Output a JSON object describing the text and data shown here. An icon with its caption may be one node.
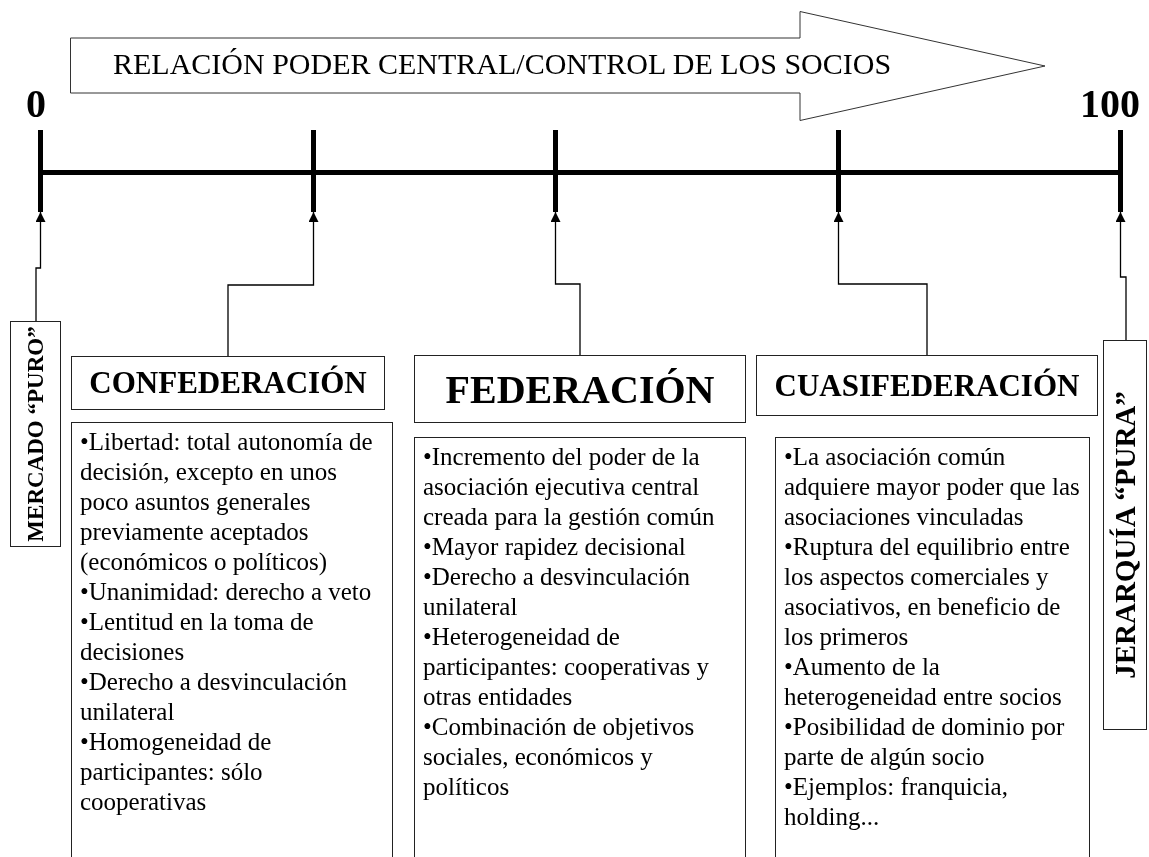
{
  "diagram": {
    "nodes": [
      {
        "text": [
          "RELACIÓN PODER CENTRAL/CONTROL DE LOS SOCIOS"
        ]
      },
      {
        "text": [],
        "shape": "bar"
      },
      {
        "text": [],
        "shape": "bar"
      },
      {
        "text": [],
        "shape": "bar"
      },
      {
        "text": [],
        "shape": "bar"
      },
      {
        "text": [],
        "shape": "bar"
      },
      {
        "text": [
          "MERCADO “PURO”"
        ]
      },
      {
        "text": [
          "CONFEDERACIÓN"
        ]
      },
      {
        "text": [
          "FEDERACIÓN"
        ]
      },
      {
        "text": [
          "CUASIFEDERACIÓN"
        ]
      },
      {
        "text": [
          "JERARQUÍA “PURA”"
        ]
      },
      {
        "text": [
          "•Libertad: total autonomía de decisión, excepto en unos poco asuntos generales previamente aceptados (económicos o políticos)",
          "•Unanimidad: derecho a veto",
          "•Lentitud en la toma de decisiones",
          "•Derecho a desvinculación unilateral",
          "•Homogeneidad de participantes: sólo cooperativas"
        ]
      },
      {
        "text": [
          "•Incremento del poder de la asociación ejecutiva central creada para la gestión común",
          "•Mayor rapidez decisional",
          "•Derecho a desvinculación unilateral",
          "•Heterogeneidad de participantes: cooperativas y otras entidades",
          "•Combinación de objetivos sociales, económicos y políticos"
        ]
      },
      {
        "text": [
          "•La asociación común adquiere mayor poder que las asociaciones vinculadas",
          "•Ruptura del equilibrio entre los aspectos comerciales y asociativos, en beneficio de los primeros",
          "•Aumento de la heterogeneidad entre socios",
          "•Posibilidad de dominio por parte de algún socio",
          "•Ejemplos: franquicia, holding..."
        ]
      }
    ],
    "edges": [
      {
        "from": 6,
        "to": 1,
        "arrow": "to"
      },
      {
        "from": 7,
        "to": 2,
        "arrow": "to"
      },
      {
        "from": 8,
        "to": 3,
        "arrow": "to"
      },
      {
        "from": 9,
        "to": 4,
        "arrow": "to"
      },
      {
        "from": 10,
        "to": 5,
        "arrow": "to"
      }
    ],
    "labels": [
      "0",
      "100"
    ]
  }
}
